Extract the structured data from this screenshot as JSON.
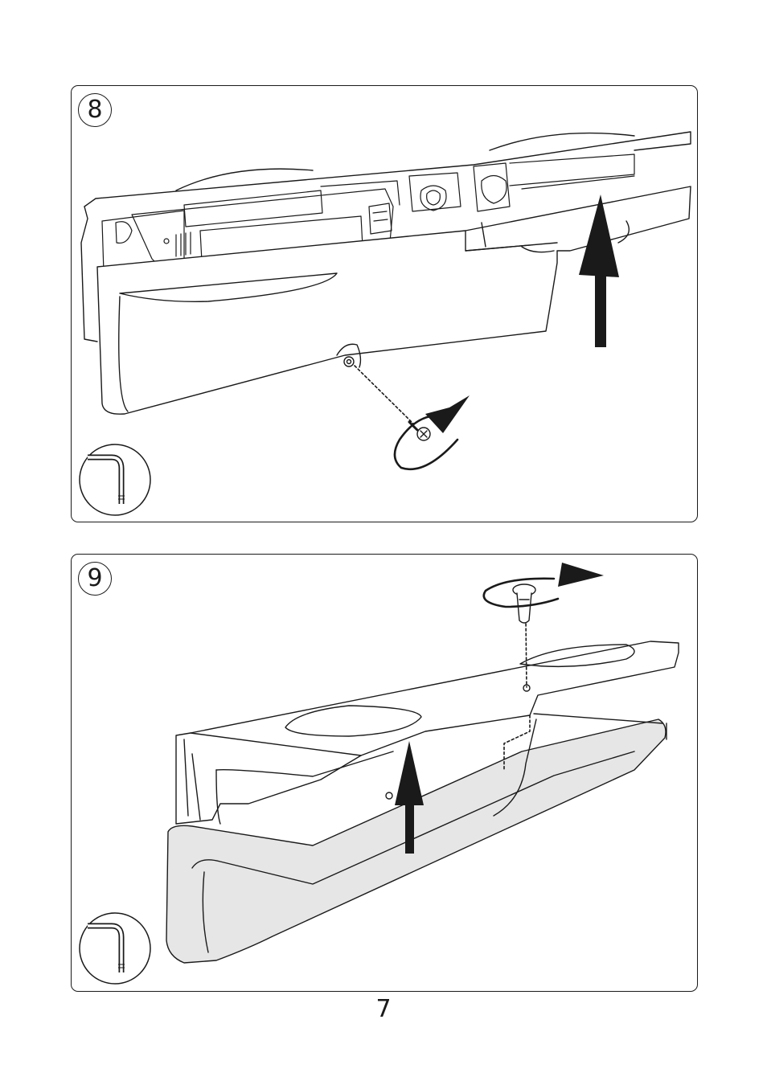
{
  "steps": [
    {
      "number": "8",
      "tool_icon": "hex-key-icon",
      "actions": [
        "unscrew",
        "lift-up"
      ]
    },
    {
      "number": "9",
      "tool_icon": "hex-key-icon",
      "actions": [
        "unscrew",
        "lift-up"
      ]
    }
  ],
  "page_number": "7",
  "colors": {
    "line": "#1a1a1a",
    "shade": "#e6e6e6",
    "background": "#ffffff"
  }
}
